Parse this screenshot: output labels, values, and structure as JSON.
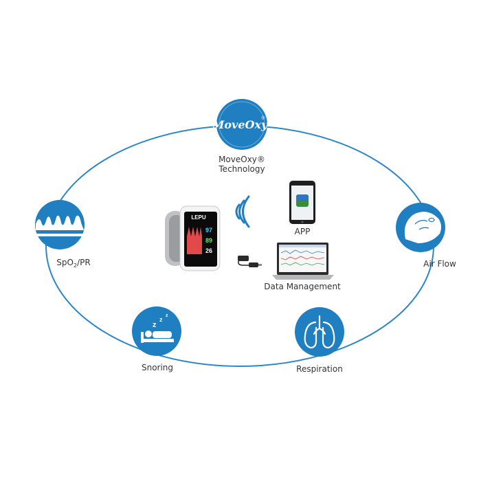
{
  "colors": {
    "accent": "#1f7fc1",
    "ring": "#2a86c8",
    "text": "#333333"
  },
  "hub": {
    "logo_text": "MoveOxy",
    "logo_reg": "®",
    "label_line1": "MoveOxy®",
    "label_line2": "Technology"
  },
  "nodes": {
    "spo2": {
      "label_main": "SpO",
      "label_sub": "2",
      "label_tail": "/PR",
      "icon": "spo2-waveform-icon"
    },
    "airflow": {
      "label": "Air Flow",
      "icon": "airflow-face-icon"
    },
    "snoring": {
      "label": "Snoring",
      "icon": "sleeping-person-icon"
    },
    "respiration": {
      "label": "Respiration",
      "icon": "lungs-icon"
    }
  },
  "center": {
    "app_label": "APP",
    "data_label": "Data Management",
    "device_brand": "LEPU",
    "device_values": [
      "97",
      "89",
      "26"
    ],
    "icons": [
      "wireless-signal-icon",
      "usb-cable-icon",
      "smartphone-icon",
      "laptop-icon",
      "wrist-oximeter-device"
    ]
  }
}
